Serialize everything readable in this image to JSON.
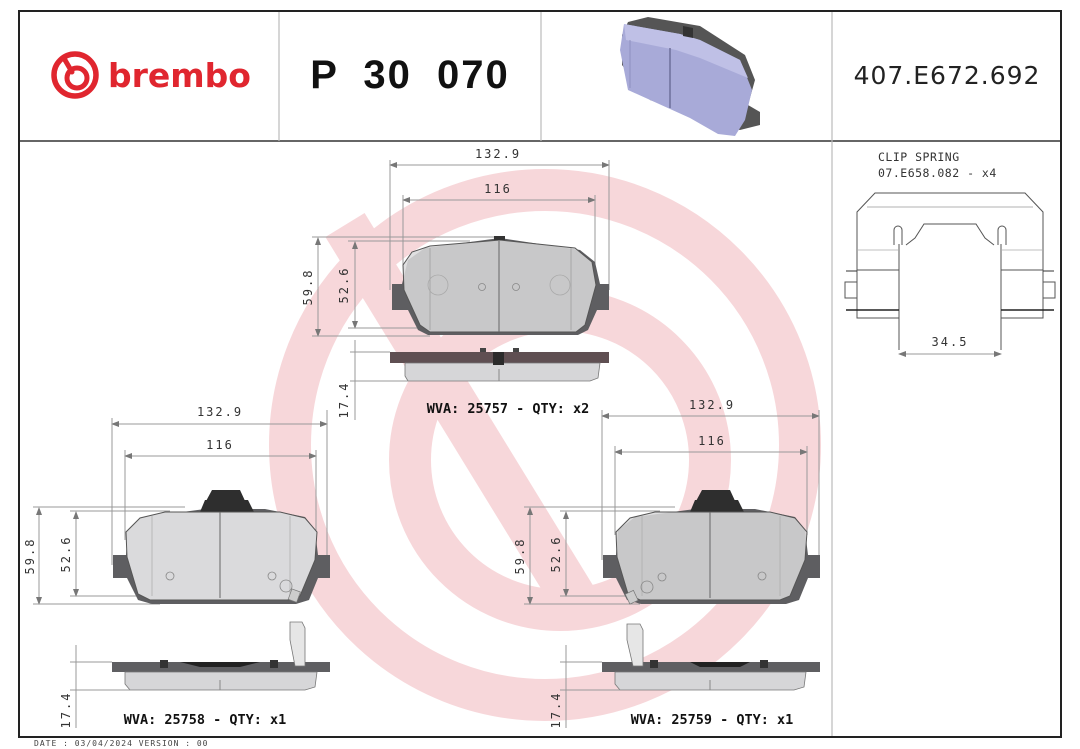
{
  "header": {
    "brand": "brembo",
    "part_number": "P 30 070",
    "reference_code": "407.E672.692",
    "brand_color": "#e0262f"
  },
  "accessory": {
    "title": "CLIP SPRING",
    "code_qty": "07.E658.082 - x4",
    "dimension": "34.5"
  },
  "pads": [
    {
      "position": "top-center",
      "width_overall": "132.9",
      "width_friction": "116",
      "height_overall": "59.8",
      "height_friction": "52.6",
      "thickness": "17.4",
      "label": "WVA: 25757 - QTY: x2",
      "wva": "25757",
      "qty": "x2",
      "wear_sensor": false
    },
    {
      "position": "bottom-left",
      "width_overall": "132.9",
      "width_friction": "116",
      "height_overall": "59.8",
      "height_friction": "52.6",
      "thickness": "17.4",
      "label": "WVA: 25758 - QTY: x1",
      "wva": "25758",
      "qty": "x1",
      "wear_sensor": true
    },
    {
      "position": "bottom-right",
      "width_overall": "132.9",
      "width_friction": "116",
      "height_overall": "59.8",
      "height_friction": "52.6",
      "thickness": "17.4",
      "label": "WVA: 25759 - QTY: x1",
      "wva": "25759",
      "qty": "x1",
      "wear_sensor": true
    }
  ],
  "footer": {
    "text": "DATE : 03/04/2024 VERSION : 00"
  },
  "colors": {
    "watermark": "#f6d3d6",
    "pad_friction": "#d9d9dc",
    "backplate": "#5f5f62",
    "render_pad": "#a6a8d6"
  }
}
